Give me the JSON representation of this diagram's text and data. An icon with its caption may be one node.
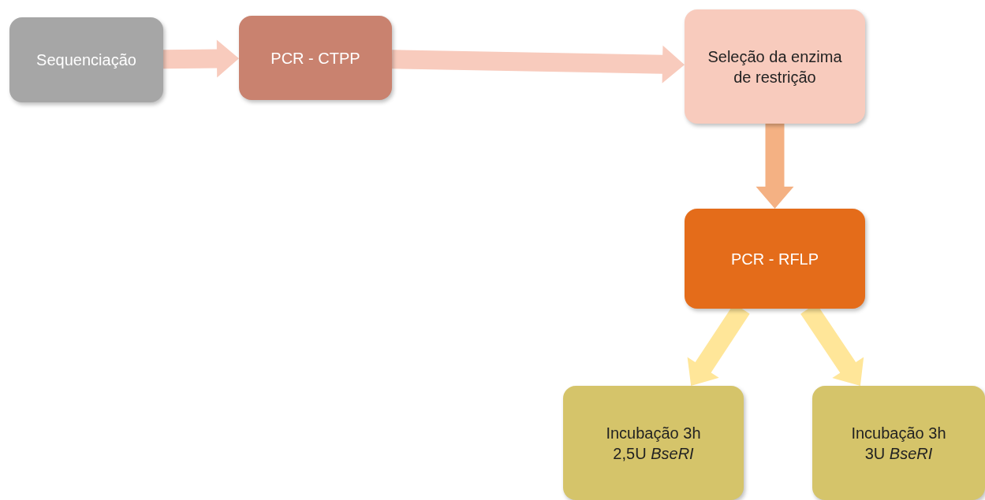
{
  "diagram": {
    "nodes": [
      {
        "text": [
          "Sequenciação"
        ]
      },
      {
        "text": [
          "PCR - CTPP"
        ]
      },
      {
        "text": [
          "Seleção da enzima de restrição"
        ]
      },
      {
        "text": [
          "PCR - RFLP"
        ]
      },
      {
        "text": [
          "Incubação 3h 2,5U *BseRI*"
        ]
      },
      {
        "text": [
          "Incubação 3h 3U *BseRI*"
        ]
      }
    ],
    "edges": [
      {
        "from": 0,
        "to": 1,
        "arrow": "to",
        "color": "#f8cbbd"
      },
      {
        "from": 1,
        "to": 2,
        "arrow": "to",
        "color": "#f8cbbd"
      },
      {
        "from": 2,
        "to": 3,
        "arrow": "to",
        "color": "#f4b183"
      },
      {
        "from": 3,
        "to": 4,
        "arrow": "to",
        "color": "#ffe699"
      },
      {
        "from": 3,
        "to": 5,
        "arrow": "to",
        "color": "#ffe699"
      }
    ]
  }
}
